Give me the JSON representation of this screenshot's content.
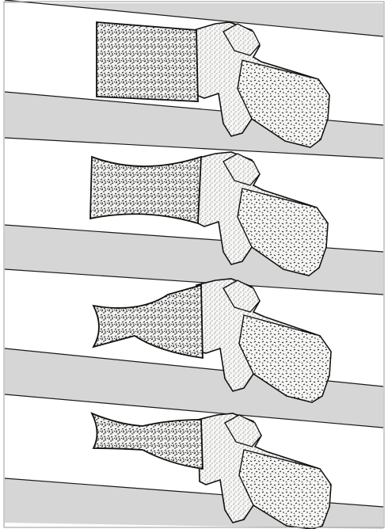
{
  "figure": {
    "panel_count": 4,
    "colors": {
      "paper": "#ffffff",
      "band": "#d6d6d6",
      "band_edge": "#1a1a1a",
      "bone_fill": "#f5f5f3",
      "stipple": "#222222",
      "outline": "#111111"
    },
    "panels": [
      {
        "id": "panel-1",
        "body_shape": "normal-rectangular",
        "position_in_sequence": 1
      },
      {
        "id": "panel-2",
        "body_shape": "concave-endplates",
        "position_in_sequence": 2
      },
      {
        "id": "panel-3",
        "body_shape": "biconcave-fish",
        "position_in_sequence": 3
      },
      {
        "id": "panel-4",
        "body_shape": "severe-biconcave",
        "position_in_sequence": 4
      }
    ]
  }
}
